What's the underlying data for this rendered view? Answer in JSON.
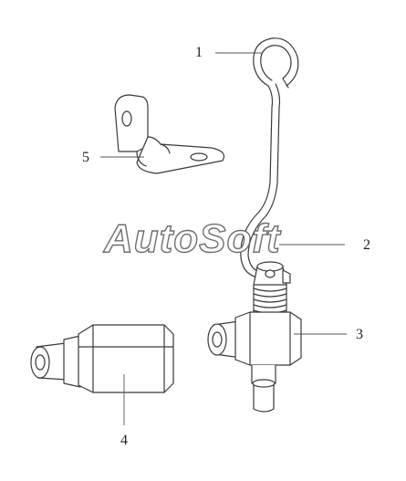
{
  "watermark": "AutoSoft",
  "callouts": {
    "part1": "1",
    "part2": "2",
    "part3": "3",
    "part4": "4",
    "part5": "5"
  },
  "colors": {
    "line": "#3a3a3a",
    "background": "#ffffff",
    "watermark_outline": "#6e6e6e"
  }
}
